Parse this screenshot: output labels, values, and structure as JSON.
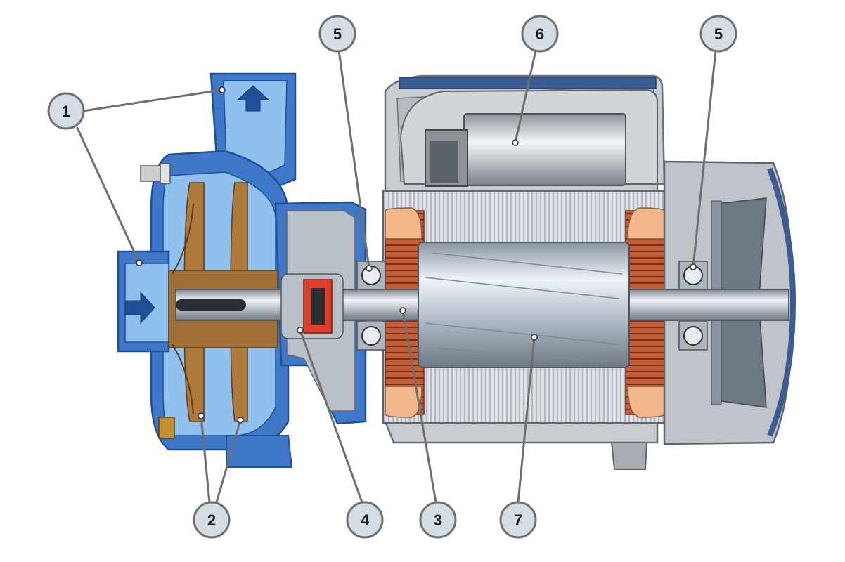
{
  "diagram": {
    "callouts": [
      {
        "id": "c1",
        "label": "1"
      },
      {
        "id": "c2",
        "label": "2"
      },
      {
        "id": "c3",
        "label": "3"
      },
      {
        "id": "c4",
        "label": "4"
      },
      {
        "id": "c5a",
        "label": "5"
      },
      {
        "id": "c5b",
        "label": "5"
      },
      {
        "id": "c6",
        "label": "6"
      },
      {
        "id": "c7",
        "label": "7"
      }
    ],
    "colors": {
      "pump_body": "#3f78c8",
      "pump_body_light": "#8fc0ee",
      "impeller": "#b07a3c",
      "motor_housing": "#c9cdd2",
      "stator_winding": "#c0603a",
      "rotor": "#c6d0da",
      "seal": "#e0402a",
      "fan": "#6d7885",
      "callout_fill": "#d3dde6"
    }
  }
}
